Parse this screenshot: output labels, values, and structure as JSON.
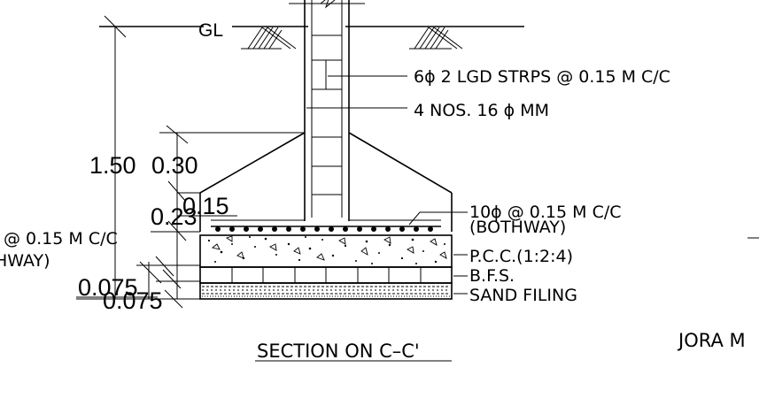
{
  "drawing": {
    "ground_label": "GL",
    "dims": {
      "total_depth": "1.50",
      "pedestal": "0.30",
      "slope_offset": "0.15",
      "base_thickness": "0.23",
      "pcc_thickness": "0.075",
      "sand_thickness": "0.075"
    },
    "callouts": {
      "stirrups": "6ɸ   2 LGD STRPS @ 0.15 M C/C",
      "main_bars": "4 NOS. 16 ɸ  MM",
      "base_mesh_line1": "10ɸ  @ 0.15 M C/C",
      "base_mesh_line2": "(BOTHWAY)",
      "pcc": "P.C.C.(1:2:4)",
      "bfs": "B.F.S.",
      "sand": "SAND FILING"
    },
    "left_clip": {
      "line1": "@ 0.15 M C/C",
      "line2": "HWAY)"
    },
    "section_title": "SECTION ON C–C'",
    "right_clip": "JORA M"
  }
}
